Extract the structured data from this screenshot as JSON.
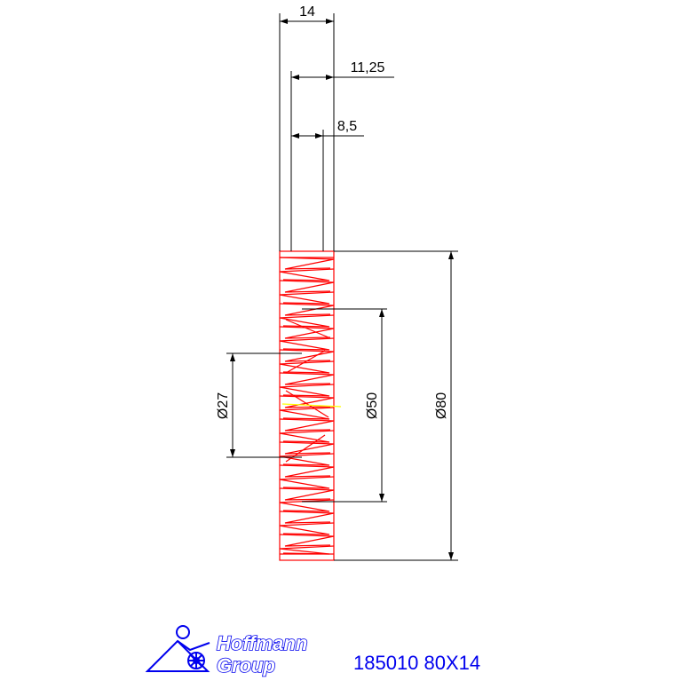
{
  "colors": {
    "dimension": "#000000",
    "gear_outline": "#ff0000",
    "center_mark": "#ffff00",
    "brand_blue": "#0000ee"
  },
  "dimensions": {
    "width_total": "14",
    "width_hub": "11,25",
    "width_inner": "8,5",
    "dia_bore": "Ø27",
    "dia_hub": "Ø50",
    "dia_outer": "Ø80"
  },
  "logo": {
    "line1": "Hoffmann",
    "line2": "Group",
    "icon": "hoffmann-group-logo-icon"
  },
  "part_number": "185010 80X14"
}
